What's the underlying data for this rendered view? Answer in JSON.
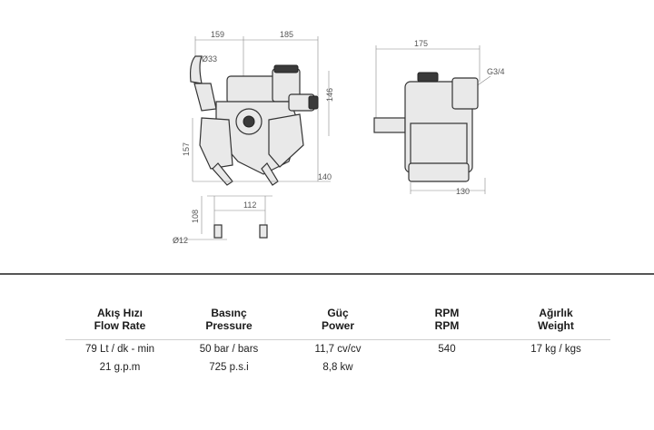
{
  "drawing": {
    "dimensions": {
      "front_width_left": "159",
      "front_width_right": "185",
      "inlet_diameter": "Ø33",
      "front_height_right": "146",
      "front_height_left": "157",
      "front_base_width": "140",
      "foot_spacing": "112",
      "foot_height": "108",
      "foot_hole": "Ø12",
      "side_depth": "175",
      "outlet_thread": "G3/4",
      "side_base": "130"
    }
  },
  "specs": {
    "columns": [
      {
        "label_tr": "Akış Hızı",
        "label_en": "Flow Rate",
        "values": [
          "79 Lt / dk - min",
          "21 g.p.m"
        ]
      },
      {
        "label_tr": "Basınç",
        "label_en": "Pressure",
        "values": [
          "50 bar / bars",
          "725 p.s.i"
        ]
      },
      {
        "label_tr": "Güç",
        "label_en": "Power",
        "values": [
          "11,7 cv/cv",
          "8,8 kw"
        ]
      },
      {
        "label_tr": "RPM",
        "label_en": "RPM",
        "values": [
          "540",
          ""
        ]
      },
      {
        "label_tr": "Ağırlık",
        "label_en": "Weight",
        "values": [
          "17 kg / kgs",
          ""
        ]
      }
    ]
  }
}
